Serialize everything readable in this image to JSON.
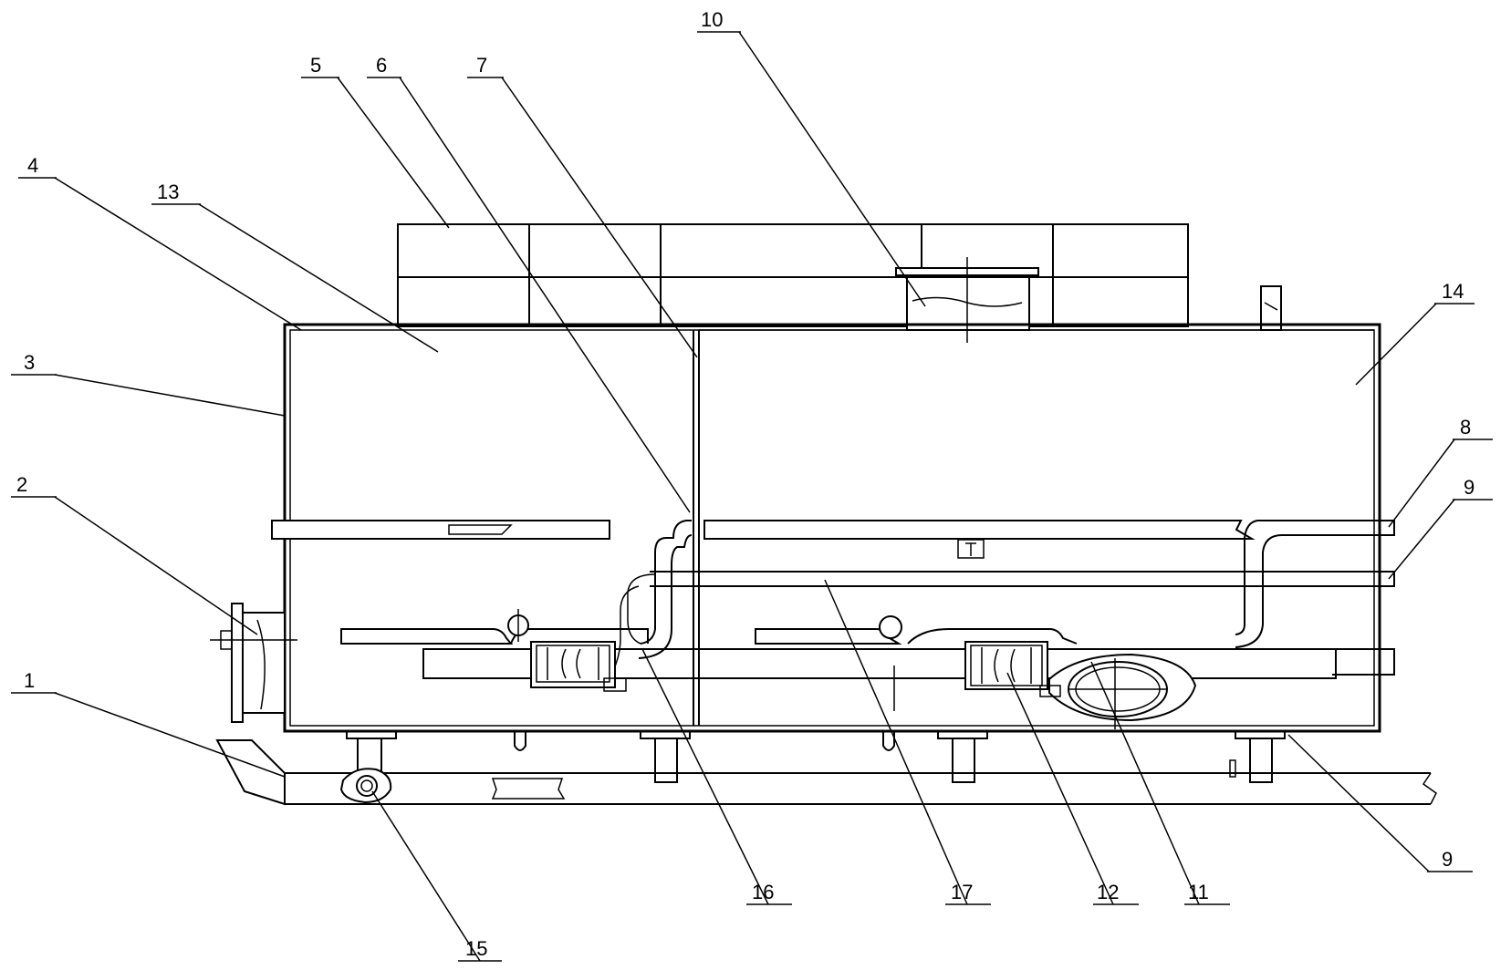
{
  "labels": {
    "l1": "1",
    "l2": "2",
    "l3": "3",
    "l4": "4",
    "l5": "5",
    "l6": "6",
    "l7": "7",
    "l8": "8",
    "l9a": "9",
    "l9b": "9",
    "l10": "10",
    "l11": "11",
    "l12": "12",
    "l13": "13",
    "l14": "14",
    "l15": "15",
    "l16": "16",
    "l17": "17"
  }
}
